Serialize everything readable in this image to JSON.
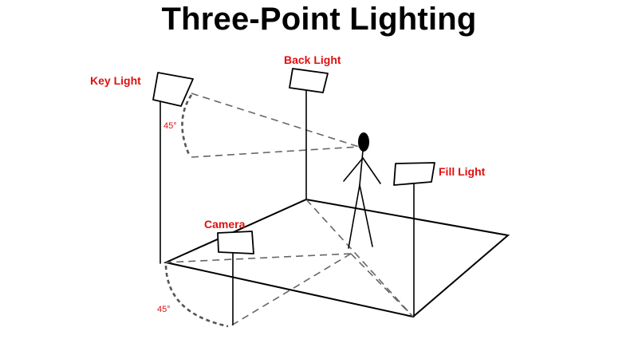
{
  "title": "Three-Point Lighting",
  "labels": {
    "key_light": "Key Light",
    "back_light": "Back Light",
    "fill_light": "Fill Light",
    "camera": "Camera"
  },
  "angles": {
    "key_light_angle": "45°",
    "camera_angle": "45°"
  },
  "colors": {
    "label": "#e01010",
    "lines": "#000000",
    "dashed": "#666666"
  }
}
